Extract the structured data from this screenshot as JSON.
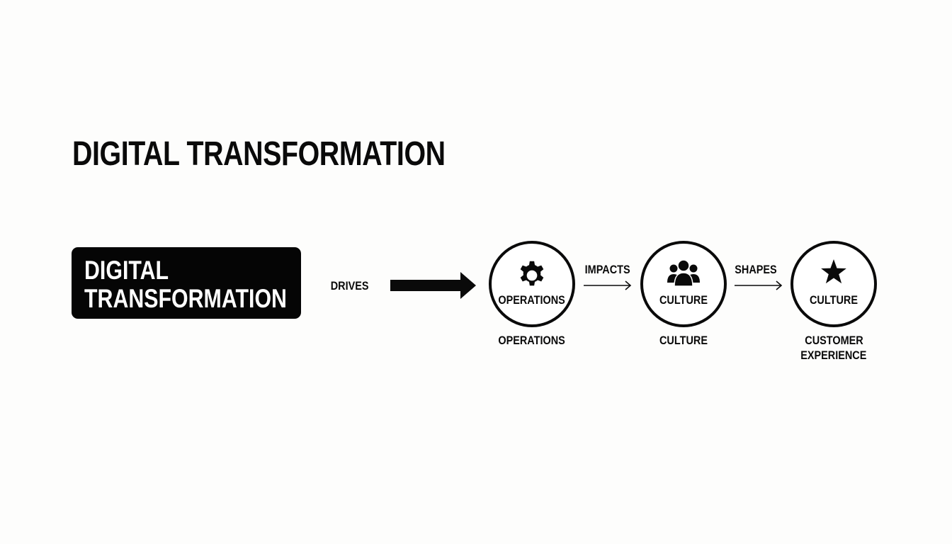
{
  "title": "DIGITAL TRANSFORMATION",
  "source": {
    "line1": "DIGITAL",
    "line2": "TRANSFORMATION"
  },
  "connectors": {
    "drives": "DRIVES",
    "impacts": "IMPACTS",
    "shapes": "SHAPES"
  },
  "nodes": [
    {
      "icon": "gear-icon",
      "inner_label": "OPERATIONS",
      "caption": "OPERATIONS"
    },
    {
      "icon": "people-icon",
      "inner_label": "CULTURE",
      "caption": "CULTURE"
    },
    {
      "icon": "star-icon",
      "inner_label": "CULTURE",
      "caption_line1": "CUSTOMER",
      "caption_line2": "EXPERIENCE"
    }
  ],
  "colors": {
    "background": "#fdfdfc",
    "ink": "#0a0a0a",
    "box_text": "#ffffff"
  }
}
